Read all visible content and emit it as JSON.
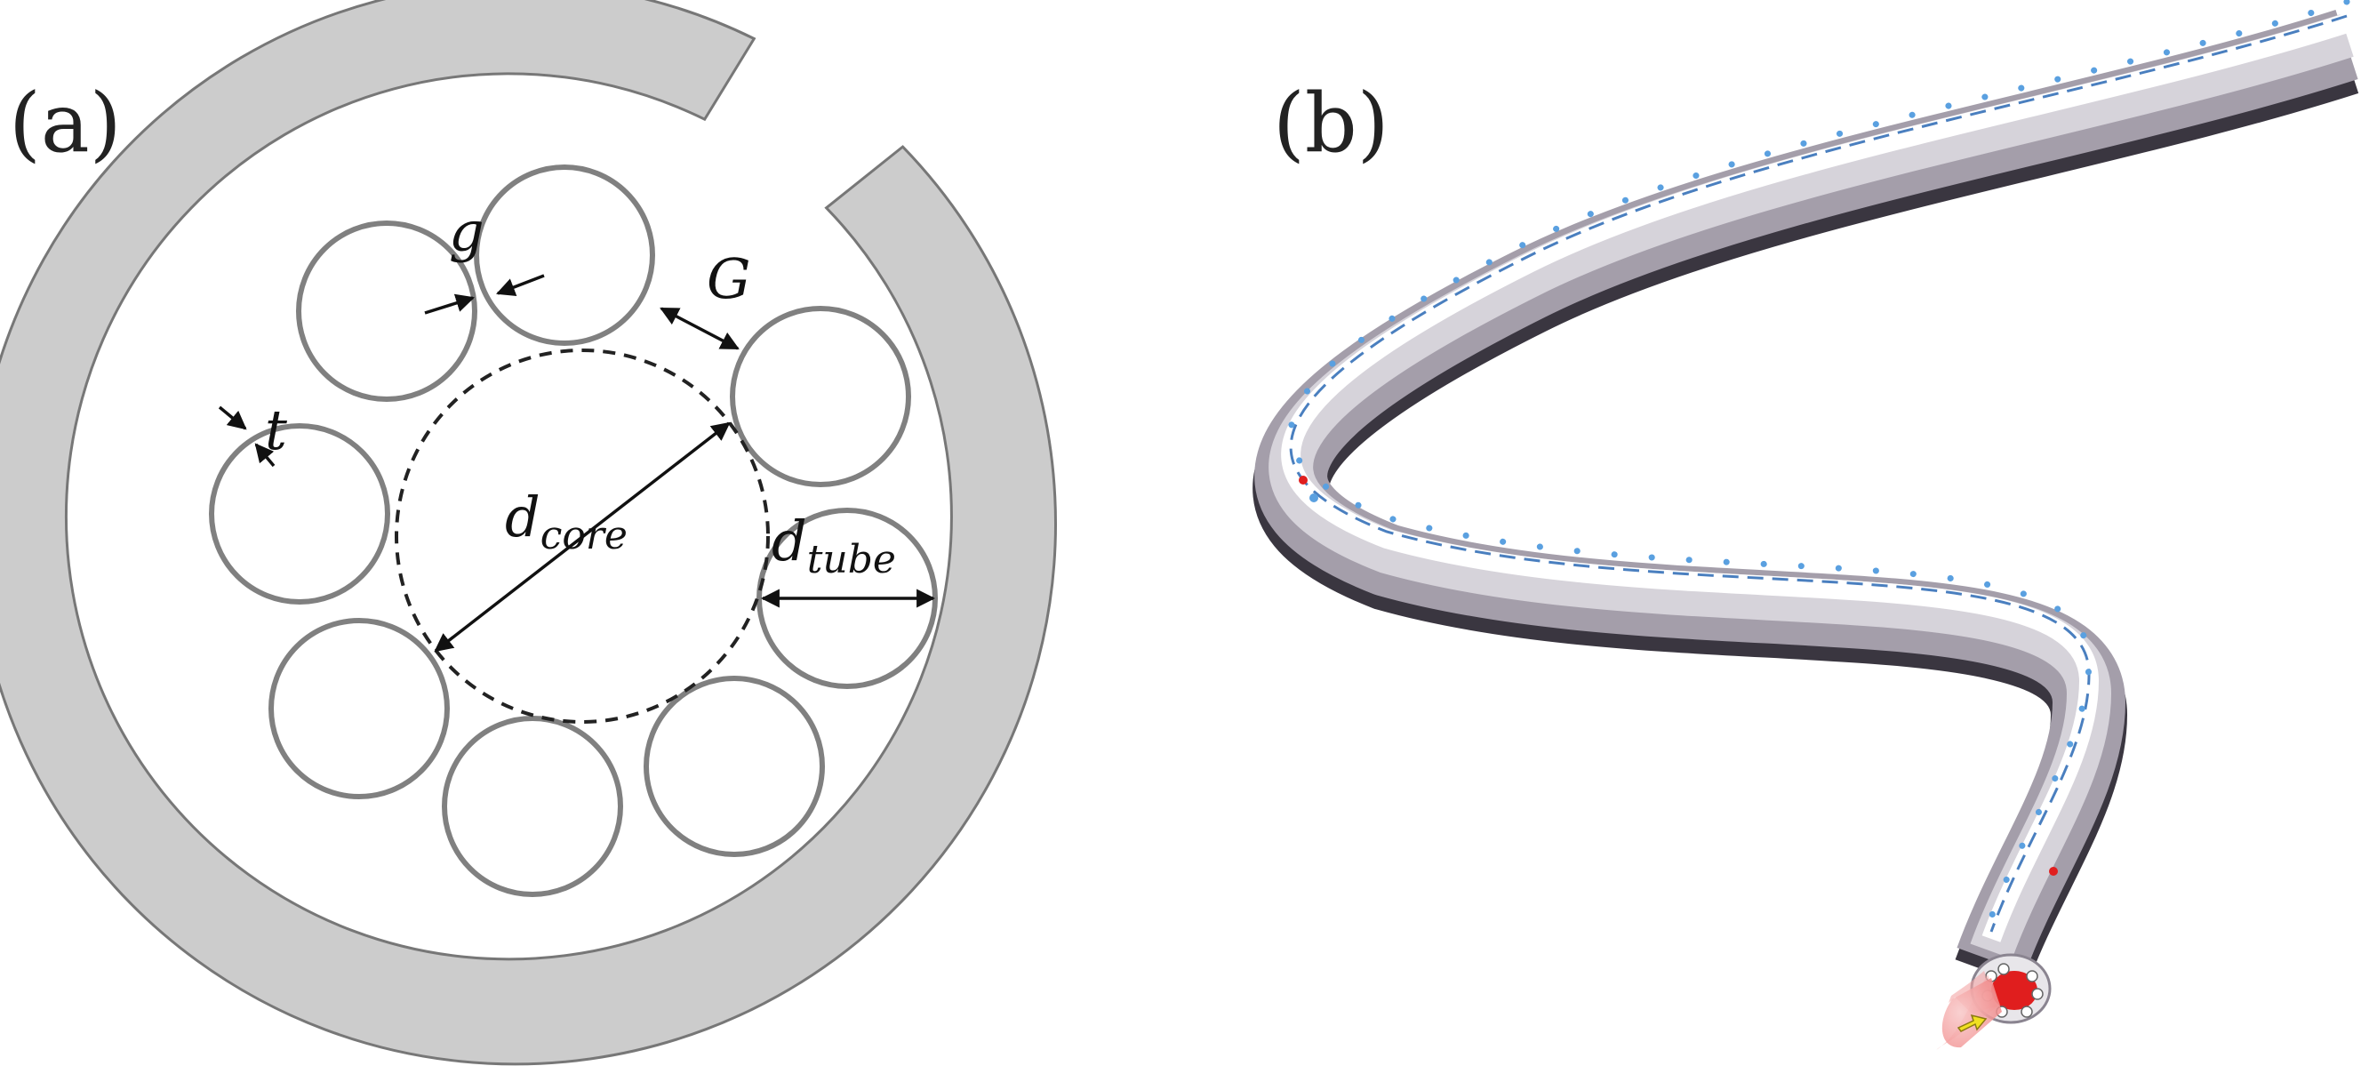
{
  "panels": {
    "a": {
      "label": "(a)"
    },
    "b": {
      "label": "(b)"
    }
  },
  "labels": {
    "g": "g",
    "G": "G",
    "t": "t",
    "d_core_main": "d",
    "d_core_sub": "core",
    "d_tube_main": "d",
    "d_tube_sub": "tube"
  },
  "colors": {
    "jacket": "#cccccc",
    "tube_stroke": "#808080",
    "fiber_dots": "#5aa0e0",
    "light_cone": "#f4a5a5",
    "core_light": "#e01e1e",
    "arrow_marker": "#f0e020"
  }
}
